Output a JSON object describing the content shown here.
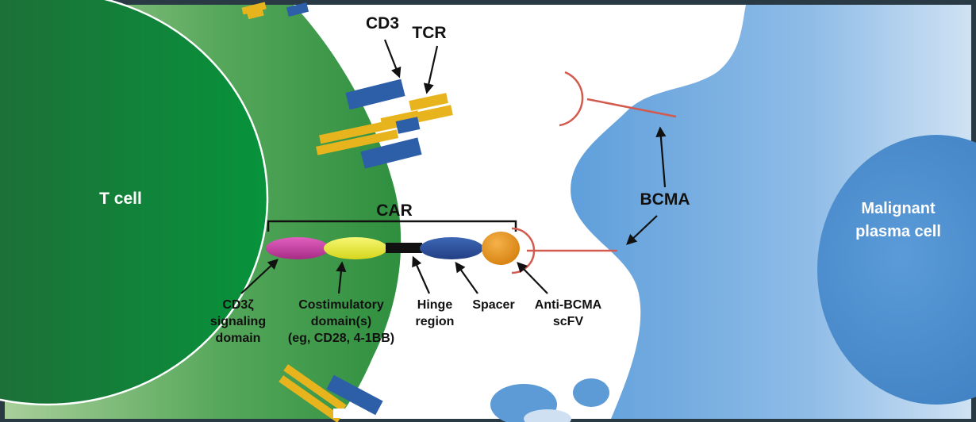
{
  "labels": {
    "t_cell": "T cell",
    "malignant_line1": "Malignant",
    "malignant_line2": "plasma cell",
    "cd3": "CD3",
    "tcr": "TCR",
    "car": "CAR",
    "bcma": "BCMA",
    "cd3z_line1": "CD3ζ",
    "cd3z_line2": "signaling",
    "cd3z_line3": "domain",
    "costim_line1": "Costimulatory",
    "costim_line2": "domain(s)",
    "costim_line3": "(eg, CD28, 4-1BB)",
    "hinge_line1": "Hinge",
    "hinge_line2": "region",
    "spacer": "Spacer",
    "antibcma_line1": "Anti-BCMA",
    "antibcma_line2": "scFV"
  },
  "colors": {
    "frame": "#2a3a44",
    "background": "#ffffff",
    "t_cell_membrane": "#3f9d4b",
    "t_cell_nucleus": "#1e6e33",
    "plasma_cell": "#7fb3e3",
    "plasma_nucleus": "#3f86c8",
    "cd3_protein": "#2d5fa8",
    "tcr_protein": "#e8b41e",
    "cd3z_domain": "#c2399e",
    "costim_domain": "#e6e92a",
    "hinge": "#111111",
    "spacer": "#2c4f9a",
    "scfv": "#e8941f",
    "bcma_receptor": "#d25a4e",
    "label_text": "#111111",
    "label_text_light": "#ffffff"
  }
}
